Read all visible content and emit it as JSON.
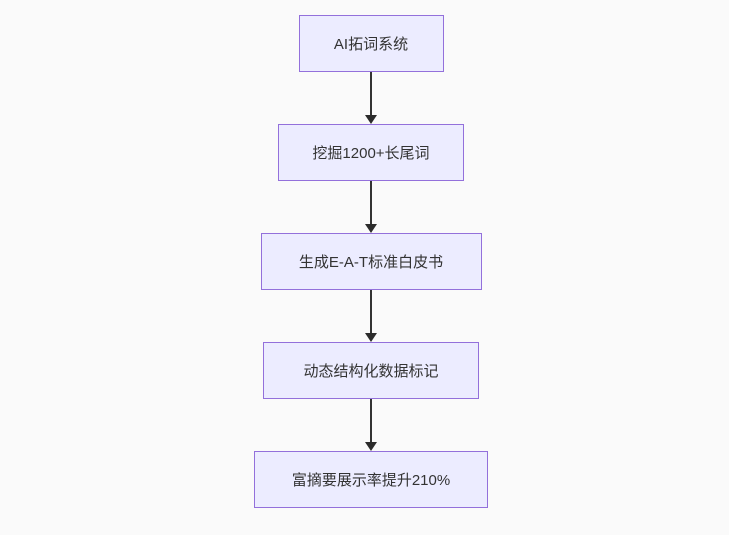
{
  "canvas": {
    "background_color": "#fafafa"
  },
  "flowchart": {
    "type": "flowchart",
    "direction": "top-down",
    "style": {
      "node_fill_color": "#ECECFF",
      "node_border_color": "#9370DB",
      "text_color": "#333333",
      "edge_color": "#333333"
    },
    "nodes": [
      {
        "label": "AI拓词系统"
      },
      {
        "label": "挖掘1200+长尾词"
      },
      {
        "label": "生成E-A-T标准白皮书"
      },
      {
        "label": "动态结构化数据标记"
      },
      {
        "label": "富摘要展示率提升210%"
      }
    ],
    "edges": [
      {
        "from": 0,
        "to": 1,
        "arrow": "solid-triangle"
      },
      {
        "from": 1,
        "to": 2,
        "arrow": "solid-triangle"
      },
      {
        "from": 2,
        "to": 3,
        "arrow": "solid-triangle"
      },
      {
        "from": 3,
        "to": 4,
        "arrow": "solid-triangle"
      }
    ]
  }
}
